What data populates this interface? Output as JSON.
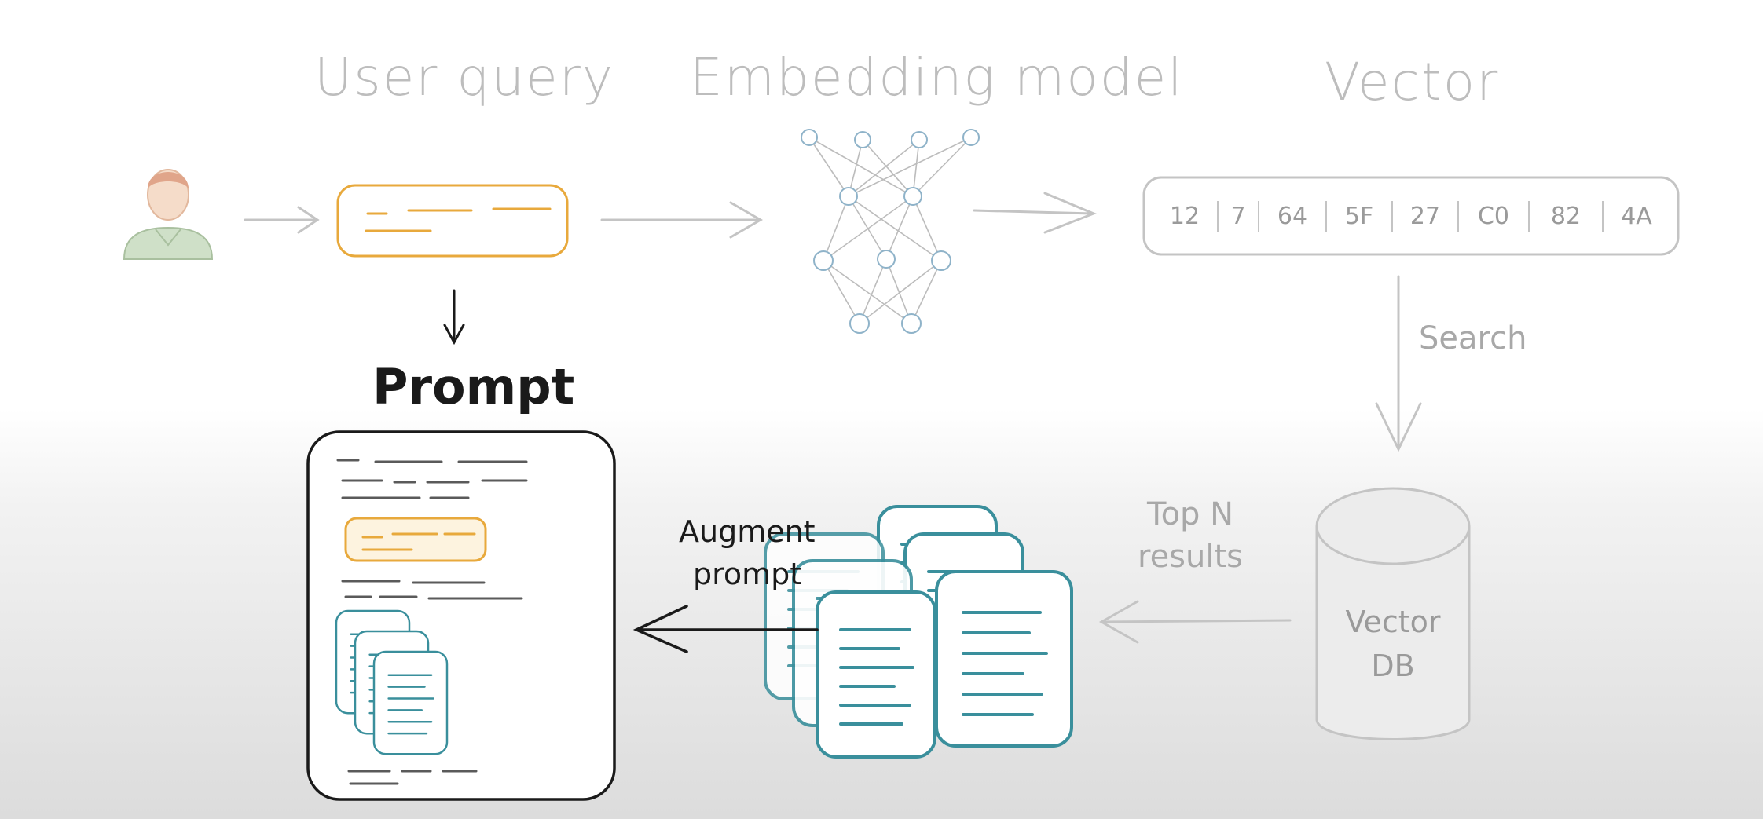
{
  "titles": {
    "user_query": "User query",
    "embedding_model": "Embedding model",
    "vector": "Vector",
    "prompt": "Prompt"
  },
  "vector_values": [
    "12",
    "7",
    "64",
    "5F",
    "27",
    "C0",
    "82",
    "4A"
  ],
  "edge_labels": {
    "search": "Search",
    "top_n_line1": "Top N",
    "top_n_line2": "results",
    "augment_line1": "Augment",
    "augment_line2": "prompt"
  },
  "vector_db": {
    "line1": "Vector",
    "line2": "DB"
  },
  "colors": {
    "query_box": "#e8a93c",
    "document": "#3a8f9c",
    "prompt_frame": "#1a1a1a",
    "faint_line": "#c4c4c4",
    "user_body": "#cfe0c8",
    "user_skin": "#f2cdb4"
  }
}
